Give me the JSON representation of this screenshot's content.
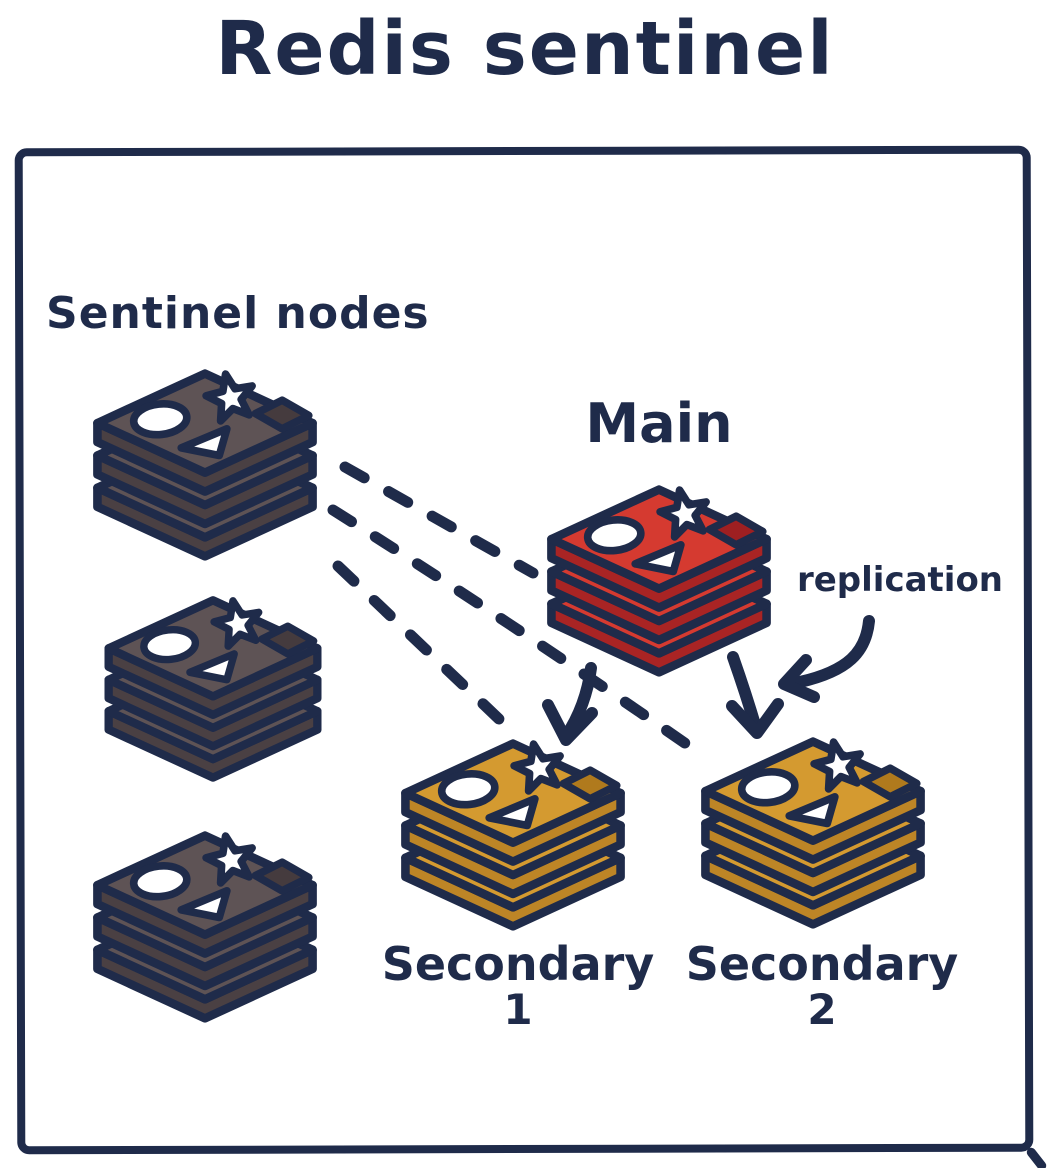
{
  "title": "Redis sentinel",
  "colors": {
    "ink": "#1f2b4a",
    "background": "#ffffff",
    "sentinel_top": "#5e5355",
    "sentinel_side": "#4a4043",
    "sentinel_accent": "#453b3e",
    "main_top": "#d53a30",
    "main_side": "#a92424",
    "main_accent": "#9e1f21",
    "secondary_top": "#d49a30",
    "secondary_side": "#bd8526",
    "secondary_accent": "#b07a1d",
    "shape_white": "#ffffff"
  },
  "diagram": {
    "group_label": "Sentinel nodes",
    "replication_label": "replication",
    "nodes": {
      "main": {
        "label": "Main"
      },
      "secondary1": {
        "label": "Secondary",
        "number": "1"
      },
      "secondary2": {
        "label": "Secondary",
        "number": "2"
      }
    },
    "edges": [
      {
        "from": "sentinel-nodes",
        "to": "main",
        "style": "dashed"
      },
      {
        "from": "sentinel-nodes",
        "to": "secondary-1",
        "style": "dashed"
      },
      {
        "from": "sentinel-nodes",
        "to": "secondary-2",
        "style": "dashed"
      },
      {
        "from": "main",
        "to": "secondary-1",
        "style": "solid-arrow"
      },
      {
        "from": "main",
        "to": "secondary-2",
        "style": "solid-arrow",
        "annotation": "replication"
      }
    ]
  }
}
